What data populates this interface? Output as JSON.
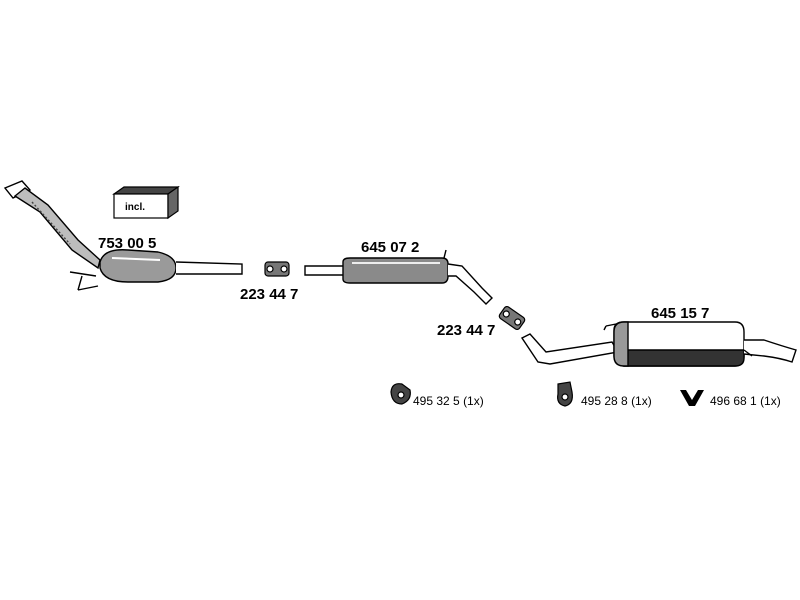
{
  "parts": {
    "catalytic_converter": "753 00 5",
    "clamp_1": "223 44 7",
    "middle_silencer": "645 07 2",
    "clamp_2": "223 44 7",
    "rear_silencer": "645 15 7"
  },
  "kit_box": {
    "label": "incl."
  },
  "mounts": [
    {
      "number": "495 32 5",
      "qty": "(1x)"
    },
    {
      "number": "495 28 8",
      "qty": "(1x)"
    },
    {
      "number": "496 68 1",
      "qty": "(1x)"
    }
  ],
  "colors": {
    "line": "#000000",
    "body": "#888888",
    "background": "#ffffff"
  }
}
